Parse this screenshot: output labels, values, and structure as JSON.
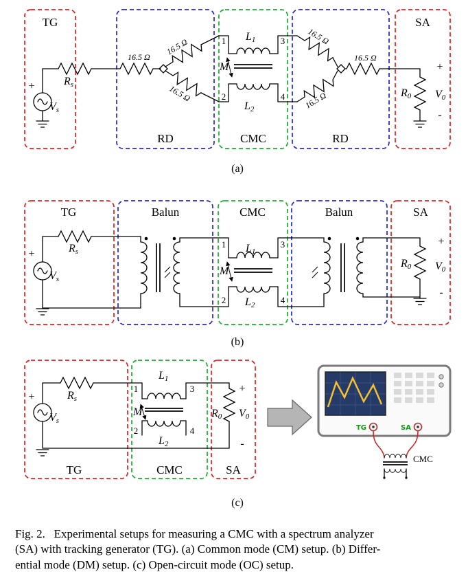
{
  "colors": {
    "tg": "#e81b1b",
    "rd": "#2424d6",
    "cmc": "#16ae2c",
    "arrow": "#b5b5b5",
    "screen": "#253a66",
    "wave": "#f2c230",
    "grid": "#41588c",
    "portlabel": "#0a9a0a",
    "portwire": "#cc2a2a"
  },
  "blocks": {
    "tg": "TG",
    "sa": "SA",
    "rd": "RD",
    "cmc": "CMC",
    "balun": "Balun"
  },
  "parts": {
    "V": "V",
    "R": "R",
    "L": "L",
    "M": "M",
    "sub_s": "s",
    "sub_0": "0",
    "sub_1": "1",
    "sub_2": "2",
    "plus": "+",
    "minus": "-",
    "ohm": "16.5 Ω",
    "n1": "1",
    "n2": "2",
    "n3": "3",
    "n4": "4"
  },
  "panel_labels": {
    "a": "(a)",
    "b": "(b)",
    "c": "(c)"
  },
  "instrument": {
    "tg_port": "TG",
    "sa_port": "SA",
    "cmc": "CMC"
  },
  "caption": {
    "lines": [
      "Fig. 2.   Experimental setups for measuring a CMC with a spectrum analyzer",
      "(SA) with tracking generator (TG). (a) Common mode (CM) setup. (b) Differ-",
      "ential mode (DM) setup. (c) Open-circuit mode (OC) setup."
    ]
  }
}
